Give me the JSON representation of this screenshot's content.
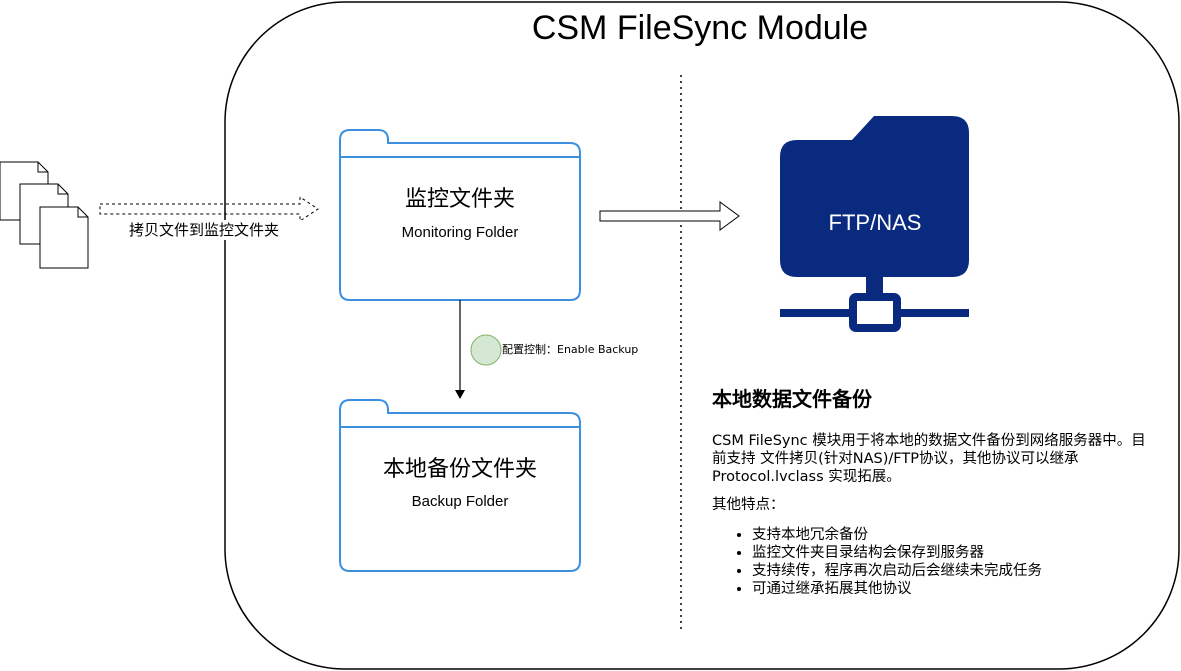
{
  "title": "CSM FileSync Module",
  "copy_label": "拷贝文件到监控文件夹",
  "monitoring_folder": {
    "name_cn": "监控文件夹",
    "name_en": "Monitoring Folder"
  },
  "config_label": "配置控制：Enable Backup",
  "backup_folder": {
    "name_cn": "本地备份文件夹",
    "name_en": "Backup Folder"
  },
  "server": {
    "label": "FTP/NAS",
    "icon": "network-folder-icon",
    "color": "#0a2a7f"
  },
  "description": {
    "heading": "本地数据文件备份",
    "paragraph": "CSM FileSync 模块用于将本地的数据文件备份到网络服务器中。目前支持 文件拷贝(针对NAS)/FTP协议，其他协议可以继承 Protocol.lvclass 实现拓展。",
    "features_title": "其他特点：",
    "features": [
      "支持本地冗余备份",
      "监控文件夹目录结构会保存到服务器",
      "支持续传，程序再次启动后会继续未完成任务",
      "可通过继承拓展其他协议"
    ]
  },
  "colors": {
    "folder_stroke": "#3d8fe0",
    "server": "#0a2a7f",
    "config_circle_fill": "#d5e8d4",
    "config_circle_stroke": "#82b366"
  }
}
